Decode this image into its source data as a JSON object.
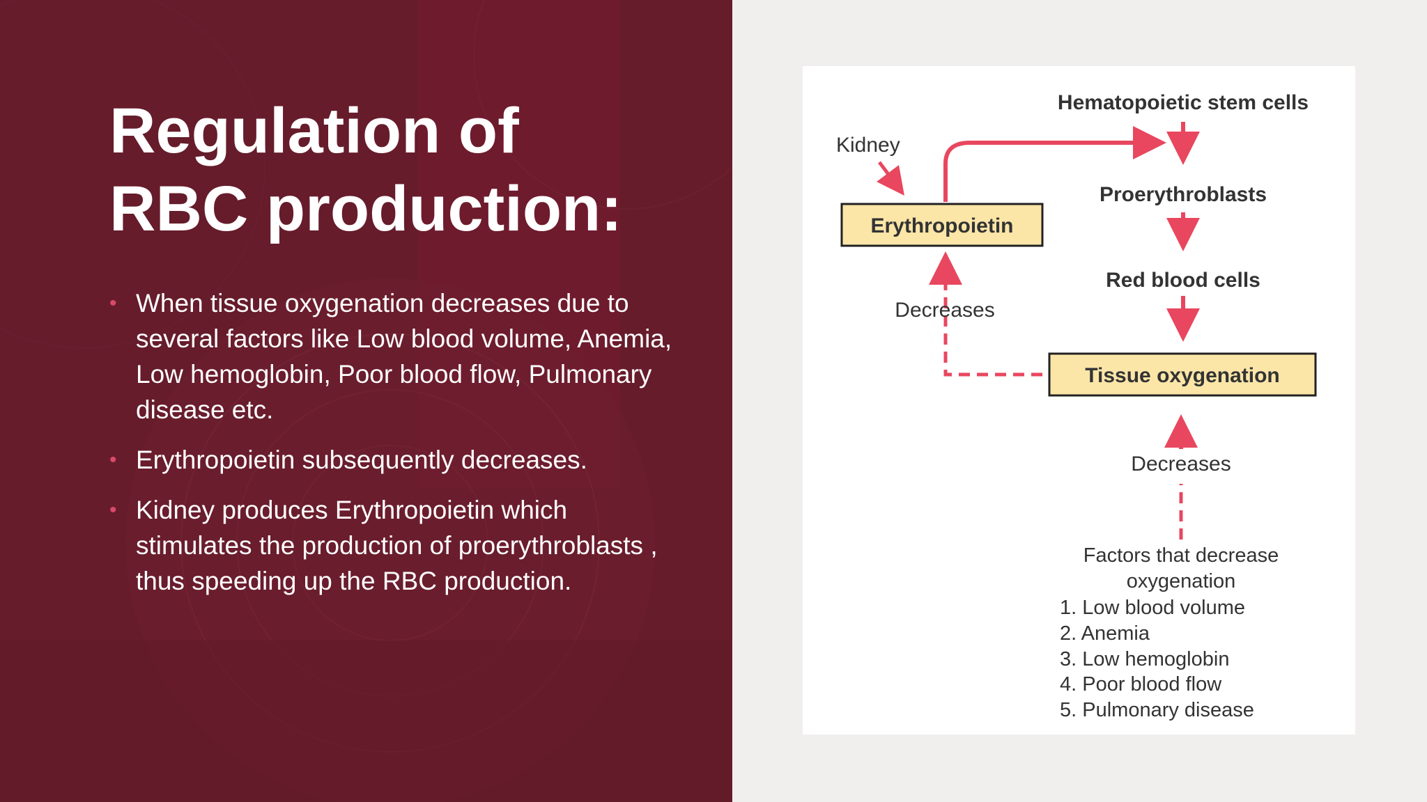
{
  "slide": {
    "title_line1": "Regulation of",
    "title_line2": "RBC production:",
    "bullets": [
      "When tissue oxygenation decreases due to several factors like Low blood volume, Anemia, Low hemoglobin, Poor blood flow, Pulmonary disease etc.",
      "Erythropoietin subsequently decreases.",
      "Kidney produces Erythropoietin which stimulates the production of proerythroblasts , thus speeding up the RBC production."
    ],
    "bullet_marker": "•"
  },
  "diagram": {
    "hematopoietic": "Hematopoietic stem cells",
    "kidney": "Kidney",
    "erythropoietin": "Erythropoietin",
    "proerythroblasts": "Proerythroblasts",
    "red_blood_cells": "Red blood cells",
    "decreases_left": "Decreases",
    "tissue_oxygenation": "Tissue oxygenation",
    "decreases_right": "Decreases",
    "factors_title_1": "Factors that decrease",
    "factors_title_2": "oxygenation",
    "factors": [
      "1. Low blood volume",
      "2. Anemia",
      "3. Low hemoglobin",
      "4. Poor blood flow",
      "5. Pulmonary disease"
    ]
  },
  "colors": {
    "panel": "#661c2b",
    "accent": "#d94a68",
    "arrow": "#e8475f",
    "box_fill": "#fbe6a8"
  }
}
